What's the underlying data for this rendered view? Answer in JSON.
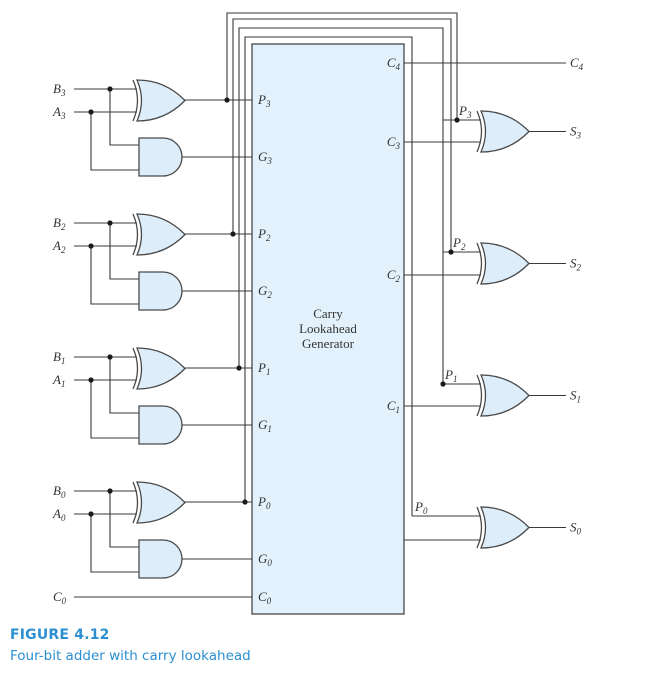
{
  "figure": {
    "number_label": "FIGURE 4.12",
    "caption": "Four-bit adder with carry lookahead",
    "caption_color": "#2b8fd1"
  },
  "colors": {
    "block_fill": "#e2f1fb",
    "gate_fill": "#ddeefa",
    "wire": "#3a3a3a"
  },
  "generator": {
    "title_lines": [
      "Carry",
      "Lookahead",
      "Generator"
    ],
    "left_pins": [
      {
        "name": "P",
        "sub": "3"
      },
      {
        "name": "G",
        "sub": "3"
      },
      {
        "name": "P",
        "sub": "2"
      },
      {
        "name": "G",
        "sub": "2"
      },
      {
        "name": "P",
        "sub": "1"
      },
      {
        "name": "G",
        "sub": "1"
      },
      {
        "name": "P",
        "sub": "0"
      },
      {
        "name": "G",
        "sub": "0"
      },
      {
        "name": "C",
        "sub": "0"
      }
    ],
    "right_pins": [
      {
        "name": "C",
        "sub": "4"
      },
      {
        "name": "C",
        "sub": "3"
      },
      {
        "name": "C",
        "sub": "2"
      },
      {
        "name": "C",
        "sub": "1"
      }
    ]
  },
  "stages": [
    {
      "bit": "3",
      "inputs": [
        {
          "name": "B",
          "sub": "3"
        },
        {
          "name": "A",
          "sub": "3"
        }
      ],
      "p_label": {
        "name": "P",
        "sub": "3"
      },
      "sum": {
        "name": "S",
        "sub": "3"
      }
    },
    {
      "bit": "2",
      "inputs": [
        {
          "name": "B",
          "sub": "2"
        },
        {
          "name": "A",
          "sub": "2"
        }
      ],
      "p_label": {
        "name": "P",
        "sub": "2"
      },
      "sum": {
        "name": "S",
        "sub": "2"
      }
    },
    {
      "bit": "1",
      "inputs": [
        {
          "name": "B",
          "sub": "1"
        },
        {
          "name": "A",
          "sub": "1"
        }
      ],
      "p_label": {
        "name": "P",
        "sub": "1"
      },
      "sum": {
        "name": "S",
        "sub": "1"
      }
    },
    {
      "bit": "0",
      "inputs": [
        {
          "name": "B",
          "sub": "0"
        },
        {
          "name": "A",
          "sub": "0"
        }
      ],
      "p_label": {
        "name": "P",
        "sub": "0"
      },
      "sum": {
        "name": "S",
        "sub": "0"
      }
    }
  ],
  "carry_in": {
    "name": "C",
    "sub": "0"
  },
  "carry_out": {
    "name": "C",
    "sub": "4"
  }
}
